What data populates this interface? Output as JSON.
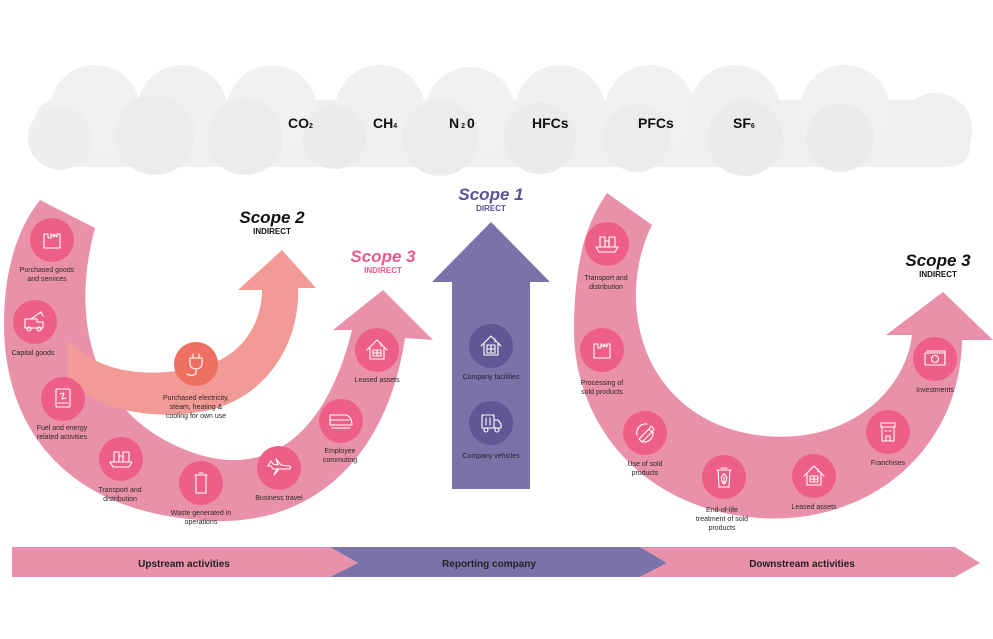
{
  "colors": {
    "scope3_arc": "#e991ab",
    "scope3_circle": "#ee5f88",
    "scope2_arrow": "#f29a95",
    "scope2_circle": "#ee7063",
    "scope1_arrow": "#7a73aa",
    "scope1_circle": "#5f5894",
    "cloud": "#efefef",
    "scope3_title_pink": "#ec5a86",
    "scope1_title": "#5a5296"
  },
  "gases": [
    {
      "base": "CO",
      "sub": "2"
    },
    {
      "base": "CH",
      "sub": "4"
    },
    {
      "base": "N",
      "sub": "2",
      "suffix": "0"
    },
    {
      "base": "HFCs",
      "sub": ""
    },
    {
      "base": "PFCs",
      "sub": ""
    },
    {
      "base": "SF",
      "sub": "6"
    }
  ],
  "scopes": {
    "scope2": {
      "title": "Scope 2",
      "subtitle": "INDIRECT"
    },
    "scope3_upstream": {
      "title": "Scope 3",
      "subtitle": "INDIRECT"
    },
    "scope1": {
      "title": "Scope 1",
      "subtitle": "DIRECT"
    },
    "scope3_downstream": {
      "title": "Scope 3",
      "subtitle": "INDIRECT"
    }
  },
  "upstream_items": [
    {
      "icon": "factory-icon",
      "lines": [
        "Purchased goods",
        "and services"
      ]
    },
    {
      "icon": "crane-truck-icon",
      "lines": [
        "Capital goods"
      ]
    },
    {
      "icon": "fuel-pump-icon",
      "lines": [
        "Fuel and energy",
        "related activities"
      ]
    },
    {
      "icon": "cargo-ship-icon",
      "lines": [
        "Transport and",
        "distribution"
      ]
    },
    {
      "icon": "waste-bin-icon",
      "lines": [
        "Waste generated in",
        "operations"
      ]
    },
    {
      "icon": "airplane-icon",
      "lines": [
        "Business travel"
      ]
    },
    {
      "icon": "train-icon",
      "lines": [
        "Employee",
        "commuting"
      ]
    },
    {
      "icon": "house-icon",
      "lines": [
        "Leased assets"
      ]
    }
  ],
  "scope2_item": {
    "icon": "power-plug-icon",
    "lines": [
      "Purchased electricity,",
      "steam, heating &",
      "cooling for own use"
    ]
  },
  "scope1_items": [
    {
      "icon": "building-icon",
      "lines": [
        "Company facilities"
      ]
    },
    {
      "icon": "truck-icon",
      "lines": [
        "Company vehicles"
      ]
    }
  ],
  "downstream_items": [
    {
      "icon": "cargo-ship-icon",
      "lines": [
        "Transport and",
        "distribution"
      ]
    },
    {
      "icon": "factory-icon",
      "lines": [
        "Processing of",
        "sold products"
      ]
    },
    {
      "icon": "recycle-bottle-icon",
      "lines": [
        "Use of sold",
        "products"
      ]
    },
    {
      "icon": "compost-bin-icon",
      "lines": [
        "End-of-life",
        "treatment of sold",
        "products"
      ]
    },
    {
      "icon": "house-icon",
      "lines": [
        "Leased assets"
      ]
    },
    {
      "icon": "storefront-icon",
      "lines": [
        "Franchises"
      ]
    },
    {
      "icon": "banknote-icon",
      "lines": [
        "Investments"
      ]
    }
  ],
  "activity_bar": {
    "upstream": "Upstream activities",
    "reporting": "Reporting company",
    "downstream": "Downstream activities"
  }
}
